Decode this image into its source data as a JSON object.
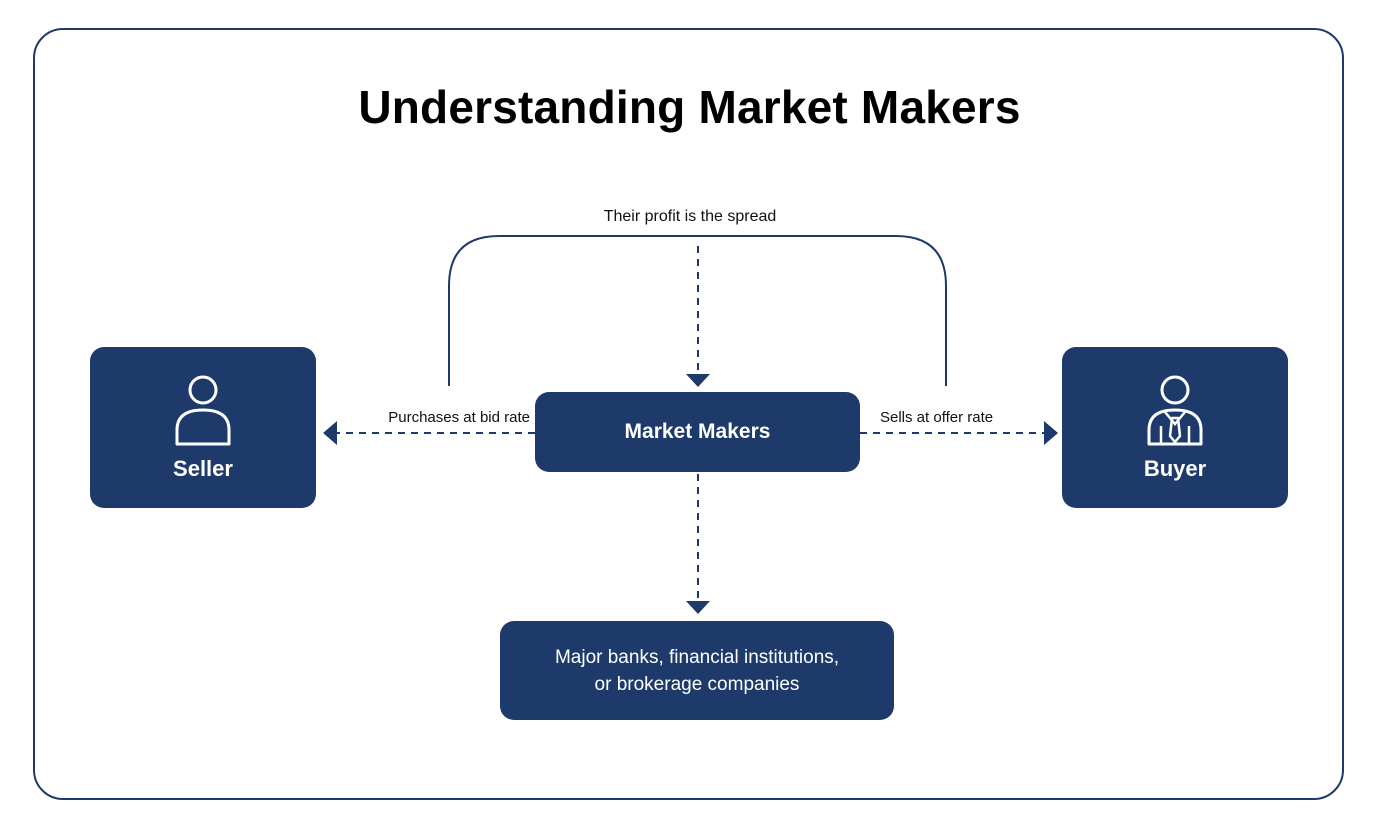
{
  "title": "Understanding Market Makers",
  "nodes": {
    "seller": {
      "label": "Seller",
      "icon": "person-icon"
    },
    "buyer": {
      "label": "Buyer",
      "icon": "businessman-icon"
    },
    "market_makers": {
      "label": "Market Makers"
    },
    "institutions": {
      "line1": "Major banks, financial institutions,",
      "line2": "or brokerage companies"
    }
  },
  "edges": {
    "spread": "Their profit is the spread",
    "bid": "Purchases at bid rate",
    "offer": "Sells at offer rate"
  },
  "colors": {
    "accent": "#1e3a6a",
    "background": "#ffffff",
    "text": "#000000"
  }
}
